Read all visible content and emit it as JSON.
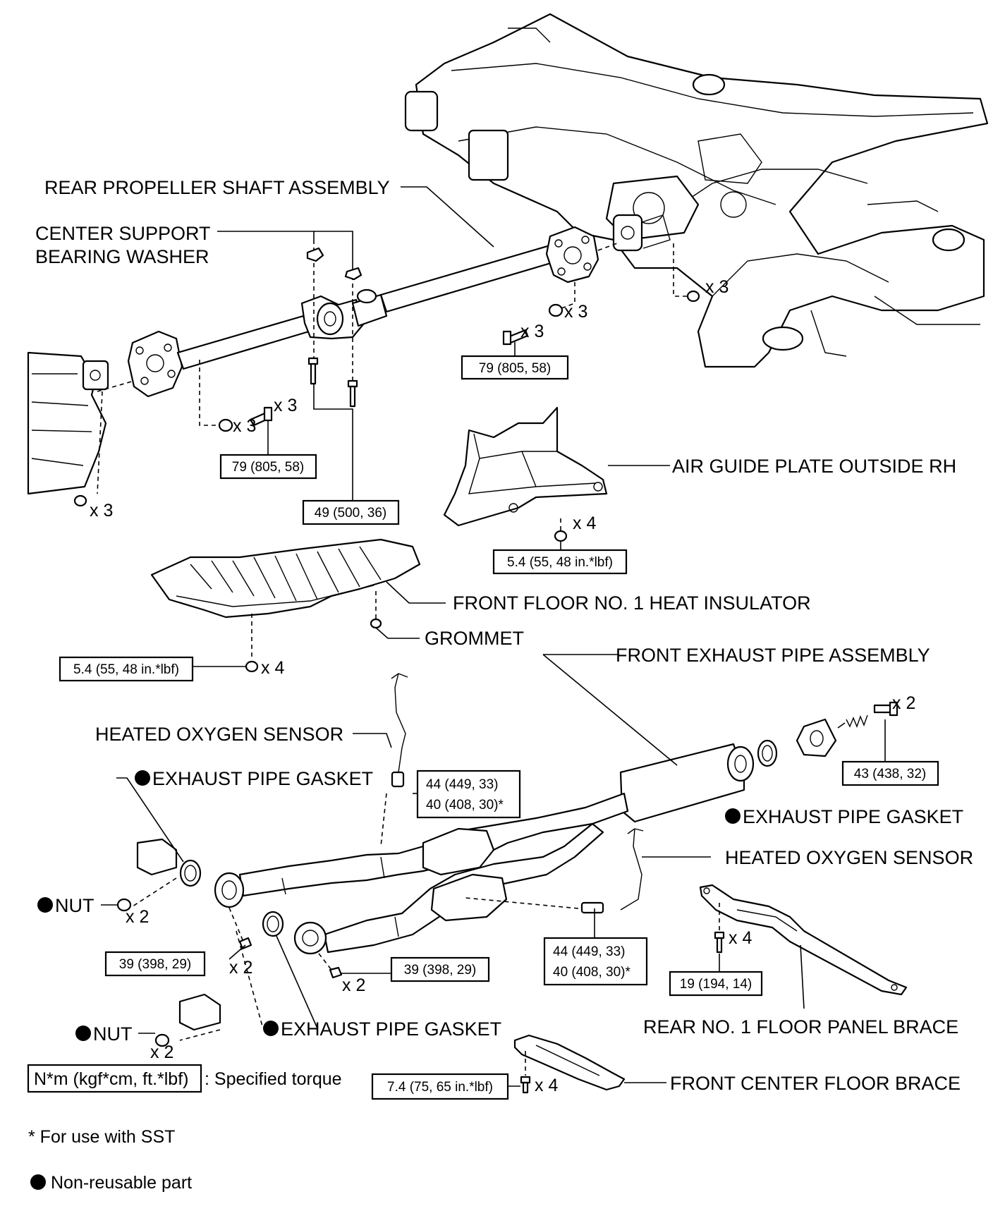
{
  "labels": {
    "rear_propeller_shaft": "REAR PROPELLER SHAFT ASSEMBLY",
    "center_support_line1": "CENTER SUPPORT",
    "center_support_line2": "BEARING WASHER",
    "air_guide_plate": "AIR GUIDE PLATE OUTSIDE RH",
    "front_floor_insulator": "FRONT FLOOR NO. 1 HEAT INSULATOR",
    "grommet": "GROMMET",
    "front_exhaust_pipe": "FRONT EXHAUST PIPE ASSEMBLY",
    "heated_oxygen_sensor_upper": "HEATED OXYGEN SENSOR",
    "heated_oxygen_sensor_lower": "HEATED OXYGEN SENSOR",
    "exhaust_gasket_left": "EXHAUST PIPE GASKET",
    "exhaust_gasket_right": "EXHAUST PIPE GASKET",
    "exhaust_gasket_bottom": "EXHAUST PIPE GASKET",
    "nut_upper": "NUT",
    "nut_lower": "NUT",
    "rear_floor_brace": "REAR NO. 1 FLOOR PANEL BRACE",
    "front_center_brace": "FRONT CENTER FLOOR BRACE"
  },
  "torques": {
    "shaft_rear_flange": "79 (805, 58)",
    "shaft_front_flange": "79 (805, 58)",
    "center_bearing": "49 (500, 36)",
    "air_guide_plate": "5.4 (55, 48 in.*lbf)",
    "insulator": "5.4 (55, 48 in.*lbf)",
    "muffler_flange": "43 (438, 32)",
    "sensor_upper_line1": "44 (449, 33)",
    "sensor_upper_line2": "40 (408, 30)*",
    "sensor_lower_line1": "44 (449, 33)",
    "sensor_lower_line2": "40 (408, 30)*",
    "bolt_left": "39 (398, 29)",
    "bolt_mid": "39 (398, 29)",
    "rear_floor_brace": "19 (194, 14)",
    "front_center_brace": "7.4 (75, 65 in.*lbf)"
  },
  "counts": {
    "x3": "x 3",
    "x4": "x 4",
    "x2": "x 2"
  },
  "legend": {
    "torque_unit": "N*m (kgf*cm, ft.*lbf)",
    "torque_desc": ": Specified torque",
    "sst_note": "* For use with SST",
    "non_reusable": "Non-reusable part"
  }
}
